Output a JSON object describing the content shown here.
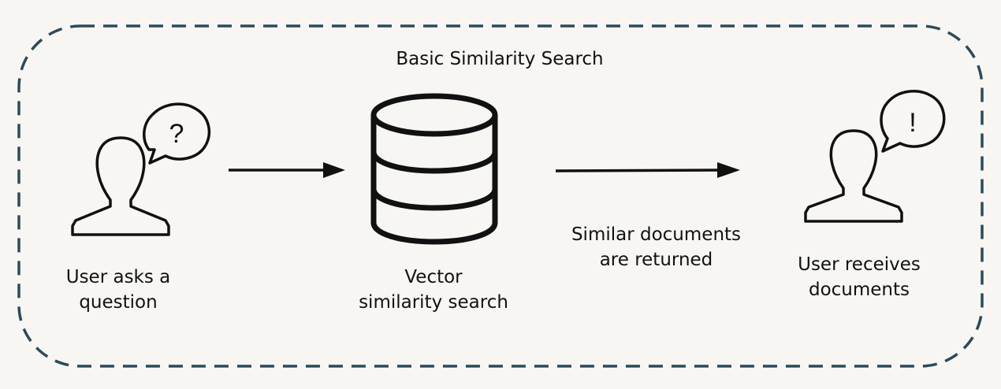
{
  "title": "Basic Similarity Search",
  "steps": [
    {
      "label_lines": [
        "User asks a",
        "question"
      ],
      "bubble_glyph": "?",
      "icon": "user-question-icon"
    },
    {
      "label_lines": [
        "Vector",
        "similarity search"
      ],
      "icon": "database-icon"
    },
    {
      "label_lines": [
        "Similar documents",
        "are returned"
      ],
      "icon": "arrow-right-icon"
    },
    {
      "label_lines": [
        "User receives",
        "documents"
      ],
      "bubble_glyph": "!",
      "icon": "user-exclamation-icon"
    }
  ],
  "colors": {
    "background": "#f7f6f3",
    "frame_border": "#2c4a5a",
    "stroke": "#111111"
  }
}
